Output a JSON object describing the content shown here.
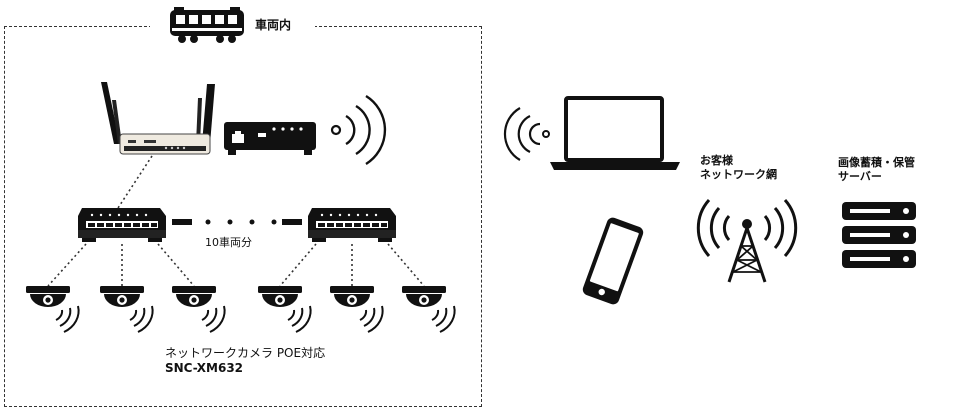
{
  "area_label": "車両内",
  "cars_label": "10車両分",
  "camera_label_line1": "ネットワークカメラ POE対応",
  "camera_label_line2": "SNC-XM632",
  "customer_net_line1": "お客様",
  "customer_net_line2": "ネットワーク網",
  "server_line1": "画像蓄積・保管",
  "server_line2": "サーバー",
  "icons": [
    "train-icon",
    "router-icon",
    "access-point-icon",
    "switch-hub-icon",
    "dome-camera-icon",
    "laptop-icon",
    "smartphone-icon",
    "antenna-tower-icon",
    "server-icon"
  ],
  "colors": {
    "ink": "#111111",
    "router_body": "#efeae0"
  }
}
